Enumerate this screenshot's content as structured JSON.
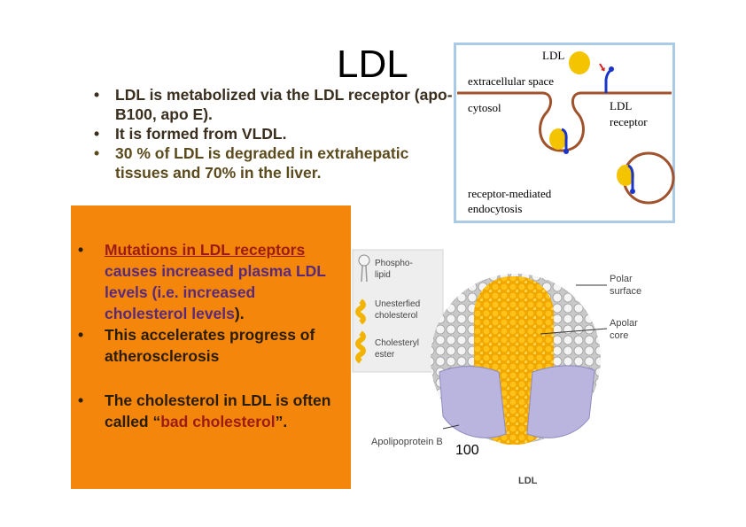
{
  "title": "LDL",
  "top_bullets": [
    "LDL is metabolized via the LDL receptor (apo-B100, apo E).",
    "It is formed from VLDL.",
    "30 % of LDL is degraded in extrahepatic tissues and 70% in the liver."
  ],
  "orange_box": {
    "b1_part1": "Mutations in LDL receptors",
    "b1_part2": "causes increased plasma LDL levels (i.e. increased cholesterol levels",
    "b1_part3": ").",
    "b2": "This accelerates progress of atherosclerosis",
    "b3_part1": "The cholesterol in LDL is often called “",
    "b3_part2": "bad cholesterol",
    "b3_part3": "”."
  },
  "endocytosis": {
    "ldl": "LDL",
    "extracellular": "extracellular space",
    "cytosol": "cytosol",
    "receptor_line1": "LDL",
    "receptor_line2": "receptor",
    "rme_line1": "receptor-mediated",
    "rme_line2": "endocytosis",
    "colors": {
      "membrane": "#a0522d",
      "receptor": "#1b35c9",
      "ldl": "#f5c400",
      "border": "#a9cbe8"
    }
  },
  "lipoprotein": {
    "legend": [
      {
        "line1": "Phospho-",
        "line2": "lipid"
      },
      {
        "line1": "Unesterfied",
        "line2": "cholesterol"
      },
      {
        "line1": "Cholesteryl",
        "line2": "ester"
      }
    ],
    "polar_line1": "Polar",
    "polar_line2": "surface",
    "apolar_line1": "Apolar",
    "apolar_line2": "core",
    "apob": "Apolipoprotein B",
    "caption": "LDL",
    "number": "100"
  }
}
